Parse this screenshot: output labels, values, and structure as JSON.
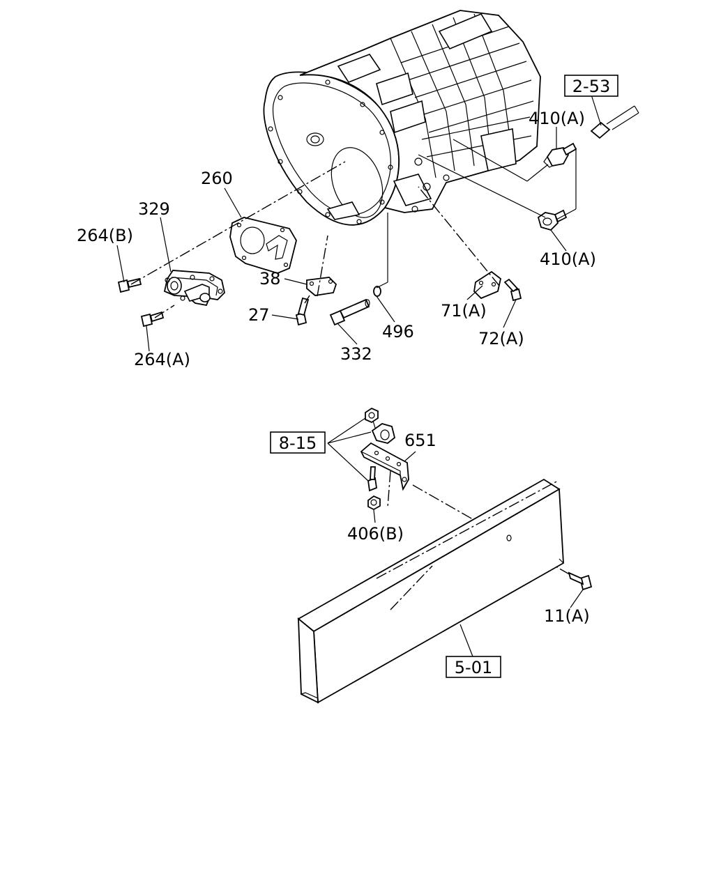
{
  "callouts": {
    "c264b": "264(B)",
    "c329": "329",
    "c260": "260",
    "c38": "38",
    "c27": "27",
    "c264a": "264(A)",
    "c332": "332",
    "c496": "496",
    "c71a": "71(A)",
    "c72a": "72(A)",
    "c410a_top": "410(A)",
    "c410a_bottom": "410(A)",
    "c651": "651",
    "c406b": "406(B)",
    "c11a": "11(A)"
  },
  "references": {
    "r2_53": "2-53",
    "r8_15": "8-15",
    "r5_01": "5-01"
  }
}
